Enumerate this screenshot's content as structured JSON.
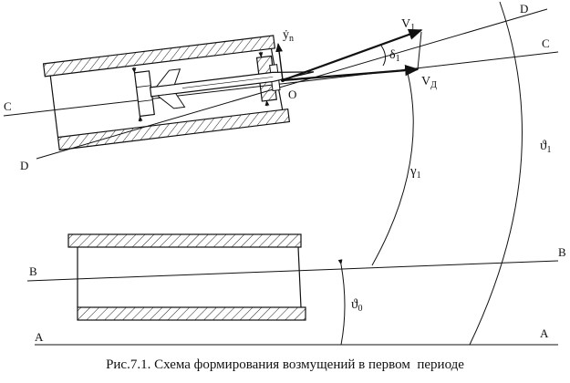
{
  "diagram": {
    "labels": {
      "A_left": "A",
      "A_right": "A",
      "B_left": "B",
      "B_right": "B",
      "C_left": "C",
      "C_right": "C",
      "D_left": "D",
      "D_right": "D",
      "O": "O",
      "y_n": "ẏ",
      "y_n_sub": "n",
      "V1": "V",
      "V1_sub": "1",
      "Vd": "V",
      "Vd_sub": "Д",
      "delta1": "δ",
      "delta1_sub": "1",
      "gamma1": "γ",
      "gamma1_sub": "1",
      "theta1": "ϑ",
      "theta1_sub": "1",
      "theta0": "ϑ",
      "theta0_sub": "0"
    }
  },
  "caption": "Рис.7.1. Схема формирования возмущений в первом  периоде"
}
